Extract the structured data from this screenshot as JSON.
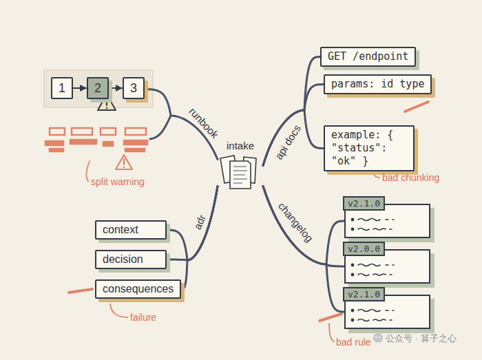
{
  "diagram": {
    "nodes": [
      {
        "text": [
          "intake"
        ]
      },
      {
        "text": [
          "1"
        ]
      },
      {
        "text": [
          "2"
        ]
      },
      {
        "text": [
          "3"
        ]
      },
      {
        "text": [
          "GET /endpoint"
        ]
      },
      {
        "text": [
          "params: id type"
        ]
      },
      {
        "text": [
          "example: { \"status\": \"ok\" }"
        ]
      },
      {
        "text": [
          "context"
        ]
      },
      {
        "text": [
          "decision"
        ]
      },
      {
        "text": [
          "consequences"
        ]
      },
      {
        "text": [
          "v2.1.0"
        ]
      },
      {
        "text": [
          "v2.0.0"
        ]
      },
      {
        "text": [
          "v2.1.0"
        ]
      }
    ],
    "edges": [
      {
        "from": 0,
        "to": 3,
        "label": "runbook",
        "arrow": "none"
      },
      {
        "from": 1,
        "to": 2,
        "arrow": "to"
      },
      {
        "from": 2,
        "to": 3,
        "arrow": "to"
      },
      {
        "from": 0,
        "to": 4,
        "label": "api docs",
        "arrow": "none"
      },
      {
        "from": 0,
        "to": 5,
        "arrow": "none"
      },
      {
        "from": 0,
        "to": 6,
        "arrow": "none"
      },
      {
        "from": 0,
        "to": 7,
        "label": "adr",
        "arrow": "none"
      },
      {
        "from": 0,
        "to": 8,
        "arrow": "none"
      },
      {
        "from": 0,
        "to": 9,
        "arrow": "none"
      },
      {
        "from": 0,
        "to": 10,
        "label": "changelog",
        "arrow": "none"
      },
      {
        "from": 0,
        "to": 11,
        "arrow": "none"
      },
      {
        "from": 0,
        "to": 12,
        "arrow": "none"
      }
    ],
    "labels": [
      "split warning",
      "bad chunking",
      "failure",
      "bad rule",
      "公众号 · 算子之心"
    ]
  }
}
